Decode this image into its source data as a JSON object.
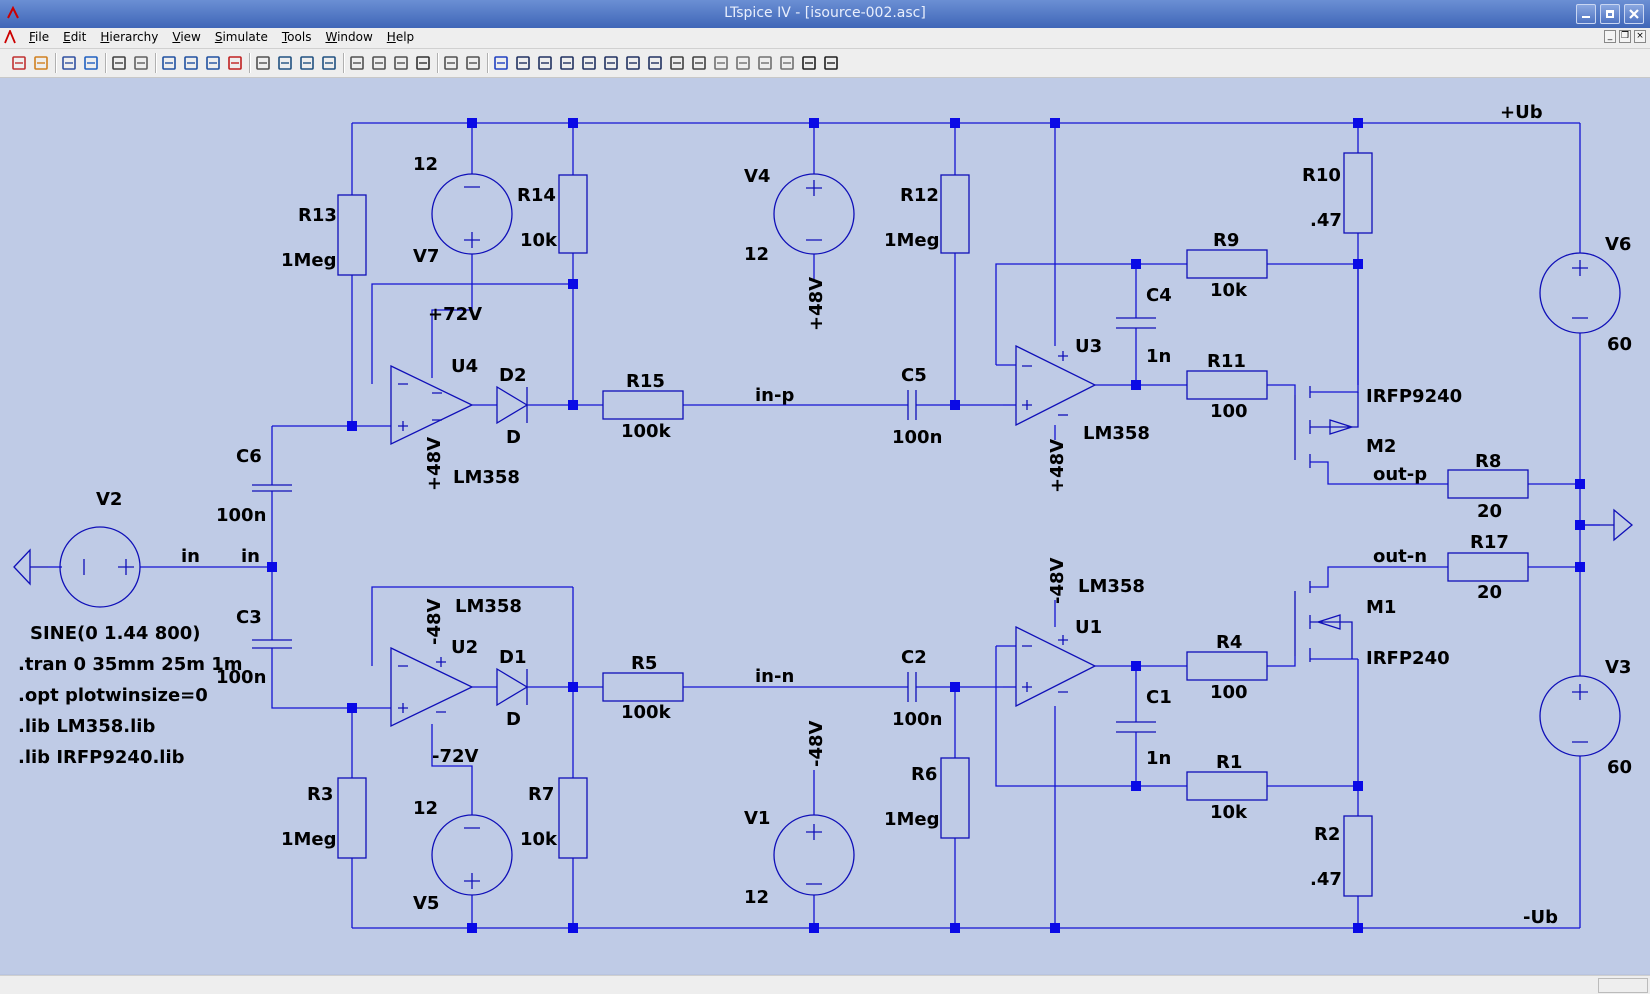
{
  "window": {
    "title": "LTspice IV - [isource-002.asc]"
  },
  "menu": [
    "File",
    "Edit",
    "Hierarchy",
    "View",
    "Simulate",
    "Tools",
    "Window",
    "Help"
  ],
  "toolbar_icons": [
    "new-schematic-icon",
    "open-icon",
    "save-icon",
    "control-panel-icon",
    "run-icon",
    "halt-icon",
    "zoom-in-icon",
    "zoom-pan-icon",
    "zoom-out-icon",
    "zoom-fit-icon",
    "tile-vertical-icon",
    "tile-horizontal-icon",
    "cascade-icon",
    "close-window-icon",
    "cut-icon",
    "copy-icon",
    "paste-icon",
    "find-icon",
    "print-setup-icon",
    "print-icon",
    "wire-icon",
    "ground-icon",
    "label-net-icon",
    "resistor-icon",
    "capacitor-icon",
    "inductor-icon",
    "diode-icon",
    "component-icon",
    "move-icon",
    "drag-icon",
    "undo-icon",
    "redo-icon",
    "rotate-icon",
    "mirror-icon",
    "text-icon",
    "spice-directive-icon"
  ],
  "schematic": {
    "components": {
      "R13": {
        "name": "R13",
        "value": "1Meg"
      },
      "R14": {
        "name": "R14",
        "value": "10k"
      },
      "R12": {
        "name": "R12",
        "value": "1Meg"
      },
      "R10": {
        "name": "R10",
        "value": ".47"
      },
      "R9": {
        "name": "R9",
        "value": "10k"
      },
      "R11": {
        "name": "R11",
        "value": "100"
      },
      "R15": {
        "name": "R15",
        "value": "100k"
      },
      "R8": {
        "name": "R8",
        "value": "20"
      },
      "R17": {
        "name": "R17",
        "value": "20"
      },
      "R5": {
        "name": "R5",
        "value": "100k"
      },
      "R4": {
        "name": "R4",
        "value": "100"
      },
      "R1": {
        "name": "R1",
        "value": "10k"
      },
      "R3": {
        "name": "R3",
        "value": "1Meg"
      },
      "R7": {
        "name": "R7",
        "value": "10k"
      },
      "R6": {
        "name": "R6",
        "value": "1Meg"
      },
      "R2": {
        "name": "R2",
        "value": ".47"
      },
      "C6": {
        "name": "C6",
        "value": "100n"
      },
      "C3": {
        "name": "C3",
        "value": "100n"
      },
      "C5": {
        "name": "C5",
        "value": "100n"
      },
      "C2": {
        "name": "C2",
        "value": "100n"
      },
      "C4": {
        "name": "C4",
        "value": "1n"
      },
      "C1": {
        "name": "C1",
        "value": "1n"
      },
      "V2": {
        "name": "V2",
        "value": "SINE(0 1.44 800)"
      },
      "V7": {
        "name": "V7",
        "value": "12"
      },
      "V5": {
        "name": "V5",
        "value": "12"
      },
      "V4": {
        "name": "V4",
        "value": "12"
      },
      "V1": {
        "name": "V1",
        "value": "12"
      },
      "V6": {
        "name": "V6",
        "value": "60"
      },
      "V3": {
        "name": "V3",
        "value": "60"
      },
      "U4": {
        "name": "U4",
        "value": "LM358"
      },
      "U2": {
        "name": "U2",
        "value": "LM358"
      },
      "U3": {
        "name": "U3",
        "value": "LM358"
      },
      "U1": {
        "name": "U1",
        "value": "LM358"
      },
      "D2": {
        "name": "D2",
        "value": "D"
      },
      "D1": {
        "name": "D1",
        "value": "D"
      },
      "M2": {
        "name": "M2",
        "value": "IRFP9240"
      },
      "M1": {
        "name": "M1",
        "value": "IRFP240"
      }
    },
    "net_labels": {
      "in_left": "in",
      "in_right": "in",
      "in_p": "in-p",
      "in_n": "in-n",
      "out_p": "out-p",
      "out_n": "out-n",
      "plus_ub": "+Ub",
      "minus_ub": "-Ub",
      "plus72": "+72V",
      "minus72": "-72V",
      "plus48_u4": "+48V",
      "plus48_v4": "+48V",
      "plus48_u3": "+48V",
      "minus48_u2": "-48V",
      "minus48_v1": "-48V",
      "minus48_u1": "-48V"
    },
    "directives": [
      ".tran 0 35mm 25m 1m",
      ".opt plotwinsize=0",
      ".lib LM358.lib",
      ".lib IRFP9240.lib"
    ]
  }
}
